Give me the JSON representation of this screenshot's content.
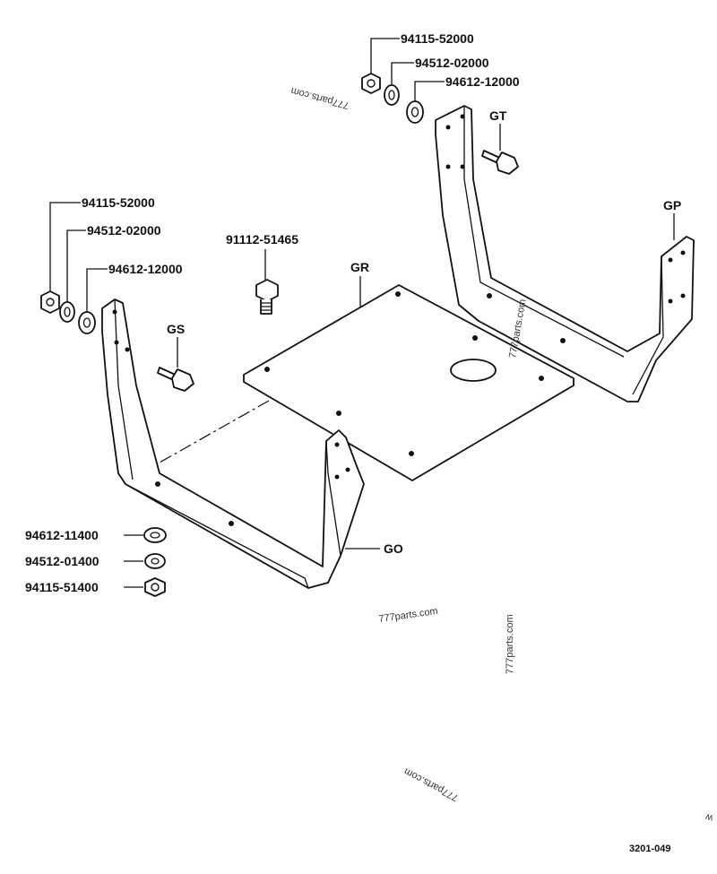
{
  "parts": {
    "top_nut": "94115-52000",
    "top_lock_washer": "94512-02000",
    "top_flat_washer": "94612-12000",
    "left_nut": "94115-52000",
    "left_lock_washer": "94512-02000",
    "left_flat_washer": "94612-12000",
    "center_bolt": "91112-51465",
    "bottom_flat_washer": "94612-11400",
    "bottom_lock_washer": "94512-01400",
    "bottom_nut": "94115-51400"
  },
  "callouts": {
    "gt": "GT",
    "gp": "GP",
    "gr": "GR",
    "gs": "GS",
    "go": "GO"
  },
  "watermarks": {
    "wm1": "777parts.com",
    "wm2": "777parts.com",
    "wm3": "777parts.com",
    "wm4": "777parts.com",
    "wm5": "777parts.com",
    "wm6": "w"
  },
  "page_code": "3201-049"
}
